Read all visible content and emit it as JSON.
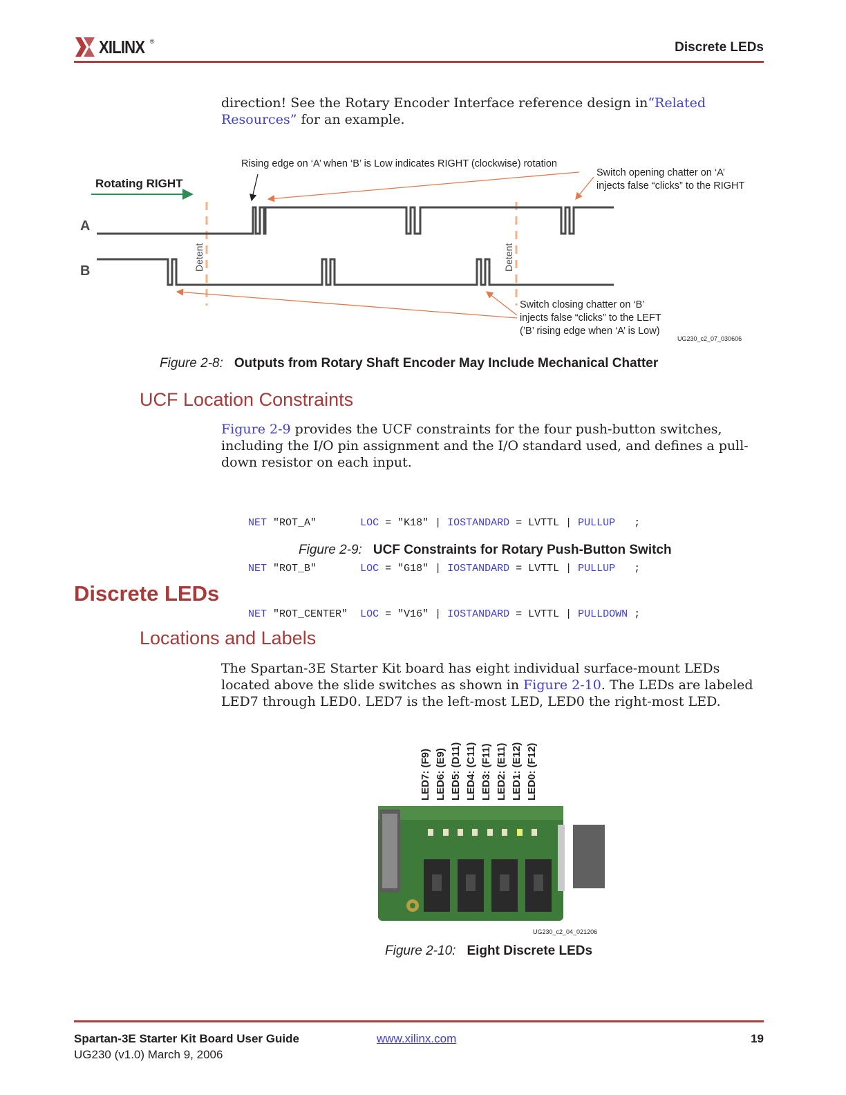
{
  "header": {
    "logo_text": "XILINX",
    "logo_reg": "®",
    "section_title": "Discrete LEDs"
  },
  "intro": {
    "text_before_link": "direction! See the Rotary Encoder Interface reference design in",
    "link": "“Related Resources”",
    "text_after_link": " for an example."
  },
  "figure_2_8": {
    "label_rotating": "Rotating RIGHT",
    "signal_a": "A",
    "signal_b": "B",
    "detent": "Detent",
    "note_rising": "Rising edge on ‘A’ when ‘B’ is Low indicates RIGHT (clockwise) rotation",
    "note_open_line1": "Switch opening chatter on ‘A’",
    "note_open_line2": "injects false “clicks” to the RIGHT",
    "note_close_line1": "Switch closing chatter on ‘B’",
    "note_close_line2": "injects false “clicks” to the LEFT",
    "note_close_line3": "(’B’ rising edge when ‘A’ is Low)",
    "id": "UG230_c2_07_030606",
    "caption_num": "Figure 2-8:",
    "caption_title": "Outputs from Rotary Shaft Encoder May Include Mechanical Chatter",
    "colors": {
      "signal": "#4a4a4a",
      "detent": "#f3b287",
      "arrow_green": "#2e8b57",
      "callout": "#e07a4f"
    }
  },
  "ucf": {
    "heading": "UCF Location Constraints",
    "para_link": "Figure 2-9",
    "para_text": " provides the UCF constraints for the four push-button switches, including the I/O pin assignment and the I/O standard used, and defines a pull-down resistor on each input.",
    "rows": [
      {
        "kw_net": "NET",
        "name": "\"ROT_A\"      ",
        "kw_loc": "LOC",
        "loc": " = \"K18\" | ",
        "kw_io": "IOSTANDARD",
        "io": " = LVTTL | ",
        "kw_pull": "PULLUP  ",
        "end": " ;"
      },
      {
        "kw_net": "NET",
        "name": "\"ROT_B\"      ",
        "kw_loc": "LOC",
        "loc": " = \"G18\" | ",
        "kw_io": "IOSTANDARD",
        "io": " = LVTTL | ",
        "kw_pull": "PULLUP  ",
        "end": " ;"
      },
      {
        "kw_net": "NET",
        "name": "\"ROT_CENTER\" ",
        "kw_loc": "LOC",
        "loc": " = \"V16\" | ",
        "kw_io": "IOSTANDARD",
        "io": " = LVTTL | ",
        "kw_pull": "PULLDOWN",
        "end": " ;"
      }
    ],
    "caption_num": "Figure 2-9:",
    "caption_title": "UCF Constraints for Rotary Push-Button Switch"
  },
  "leds": {
    "heading": "Discrete LEDs",
    "subheading": "Locations and Labels",
    "para_before_link": "The Spartan-3E Starter Kit board has eight individual surface-mount LEDs located above the slide switches as shown in ",
    "para_link": "Figure 2-10",
    "para_after_link": ". The LEDs are labeled LED7 through LED0. LED7 is the left-most LED, LED0 the right-most LED.",
    "labels": [
      "LED7: (F9)",
      "LED6: (E9)",
      "LED5: (D11)",
      "LED4: (C11)",
      "LED3: (F11)",
      "LED2: (E11)",
      "LED1: (E12)",
      "LED0: (F12)"
    ],
    "figure_id": "UG230_c2_04_021206",
    "caption_num": "Figure 2-10:",
    "caption_title": "Eight Discrete LEDs",
    "colors": {
      "board": "#3e7a3a",
      "lit_led": "#e8f070"
    }
  },
  "footer": {
    "title": "Spartan-3E Starter Kit Board User Guide",
    "revision": "UG230 (v1.0) March 9, 2006",
    "url": "www.xilinx.com",
    "page": "19"
  }
}
